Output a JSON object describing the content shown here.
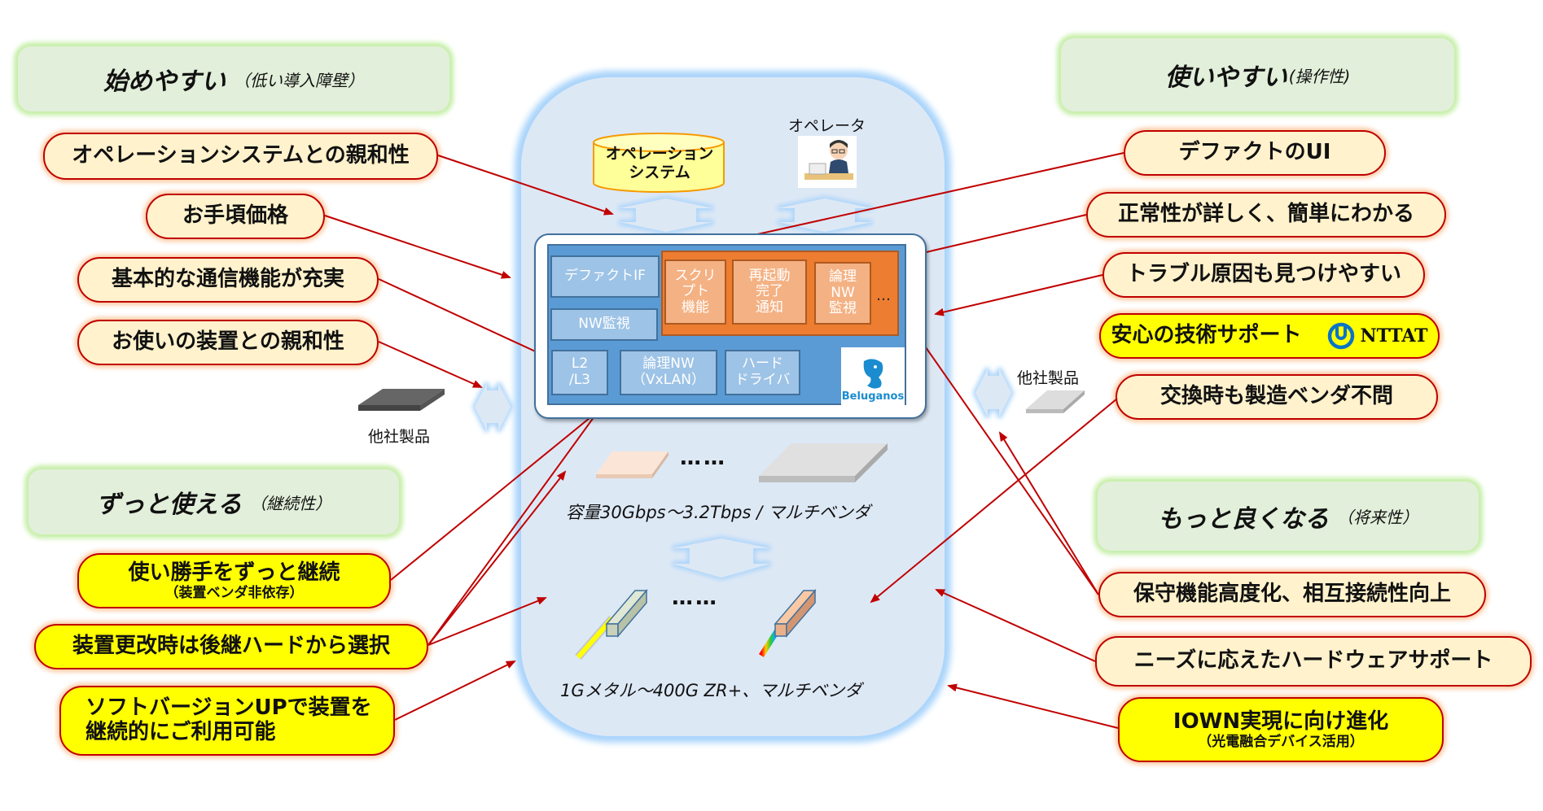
{
  "categories": {
    "easy_start": {
      "main": "始めやすい",
      "sub": "（低い導入障壁）"
    },
    "easy_use": {
      "main": "使いやすい",
      "sub": "(操作性)"
    },
    "long_use": {
      "main": "ずっと使える",
      "sub": "（継続性）"
    },
    "better": {
      "main": "もっと良くなる",
      "sub": "（将来性）"
    }
  },
  "left_features": [
    {
      "text": "オペレーションシステムとの親和性",
      "style": "cream"
    },
    {
      "text": "お手頃価格",
      "style": "cream"
    },
    {
      "text": "基本的な通信機能が充実",
      "style": "cream"
    },
    {
      "text": "お使いの装置との親和性",
      "style": "cream"
    },
    {
      "text": "使い勝手をずっと継続",
      "sub": "（装置ベンダ非依存）",
      "style": "yellow"
    },
    {
      "text": "装置更改時は後継ハードから選択",
      "style": "yellow"
    },
    {
      "text": "ソフトバージョンUPで装置を",
      "text2": "継続的にご利用可能",
      "style": "yellow"
    }
  ],
  "right_features": [
    {
      "text": "デファクトのUI",
      "style": "cream"
    },
    {
      "text": "正常性が詳しく、簡単にわかる",
      "style": "cream"
    },
    {
      "text": "トラブル原因も見つけやすい",
      "style": "cream"
    },
    {
      "text": "安心の技術サポート",
      "logo": "NTTAT",
      "style": "yellow"
    },
    {
      "text": "交換時も製造ベンダ不問",
      "style": "cream"
    },
    {
      "text": "保守機能高度化、相互接続性向上",
      "style": "cream"
    },
    {
      "text": "ニーズに応えたハードウェアサポート",
      "style": "cream"
    },
    {
      "text": "IOWN実現に向け進化",
      "sub": "（光電融合デバイス活用）",
      "style": "yellow"
    }
  ],
  "center": {
    "operation_system": {
      "line1": "オペレーション",
      "line2": "システム"
    },
    "operator": "オペレータ",
    "beluganos": {
      "defacto_if": "デファクトIF",
      "nw_monitor": "NW監視",
      "script": [
        "スクリ",
        "プト",
        "機能"
      ],
      "reboot": [
        "再起動",
        "完了",
        "通知"
      ],
      "logical_nw_monitor": [
        "論理",
        "NW",
        "監視"
      ],
      "more": "…",
      "l2l3": [
        "L2",
        "/L3"
      ],
      "logical_nw": [
        "論理NW",
        "（VxLAN）"
      ],
      "hw_driver": [
        "ハード",
        "ドライバ"
      ],
      "logo": "Beluganos"
    },
    "switch_dots": "……",
    "capacity_caption": "容量30Gbps～3.2Tbps / マルチベンダ",
    "transceiver_dots": "……",
    "transceiver_caption": "1Gメタル～400G ZR+、マルチベンダ"
  },
  "other_products": {
    "left": "他社製品",
    "right": "他社製品"
  },
  "colors": {
    "category_bg": "#e2efda",
    "pill_cream": "#fff2cc",
    "pill_yellow": "#ffff00",
    "pill_border": "#c00000",
    "arrow": "#c00000",
    "center_bg": "#dde8f5",
    "beluganos_blue": "#5b9bd5",
    "block_light": "#9dc3e6",
    "orange": "#ed7d31",
    "orange_light": "#f4b183"
  }
}
